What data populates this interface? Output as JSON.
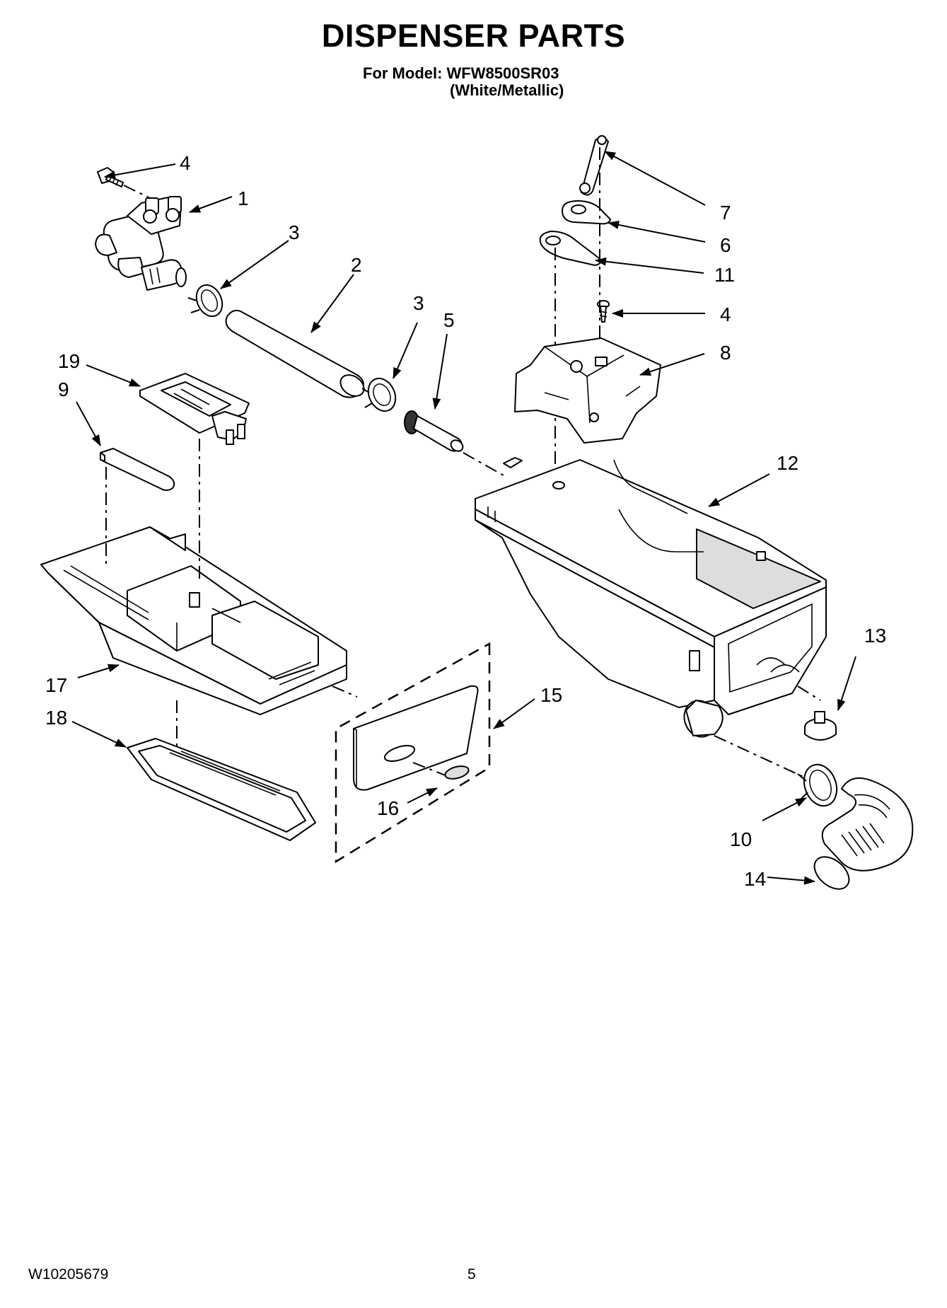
{
  "header": {
    "title": "DISPENSER PARTS",
    "model_line": "For Model: WFW8500SR03",
    "variant_line": "(White/Metallic)"
  },
  "callouts": {
    "c1": "1",
    "c2": "2",
    "c3a": "3",
    "c3b": "3",
    "c4a": "4",
    "c4b": "4",
    "c5": "5",
    "c6": "6",
    "c7": "7",
    "c8": "8",
    "c9": "9",
    "c10": "10",
    "c11": "11",
    "c12": "12",
    "c13": "13",
    "c14": "14",
    "c15": "15",
    "c16": "16",
    "c17": "17",
    "c18": "18",
    "c19": "19"
  },
  "footer": {
    "doc_number": "W10205679",
    "page_number": "5"
  }
}
